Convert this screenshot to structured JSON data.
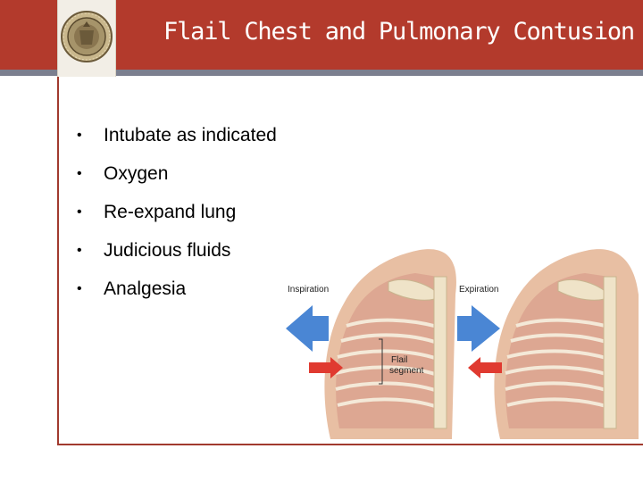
{
  "header": {
    "title": "Flail Chest and Pulmonary Contusion",
    "logo_icon": "university-seal-icon"
  },
  "bullets": [
    "Intubate as indicated",
    "Oxygen",
    "Re-expand lung",
    "Judicious fluids",
    "Analgesia"
  ],
  "figure": {
    "label_inspiration": "Inspiration",
    "label_expiration": "Expiration",
    "label_flail_1": "Flail",
    "label_flail_2": "segment"
  },
  "colors": {
    "header": "#b33a2c",
    "header_rule": "#7b7f8f",
    "frame": "#a13a2e",
    "arrow_blue": "#4a86d4",
    "arrow_red": "#e03a30"
  }
}
